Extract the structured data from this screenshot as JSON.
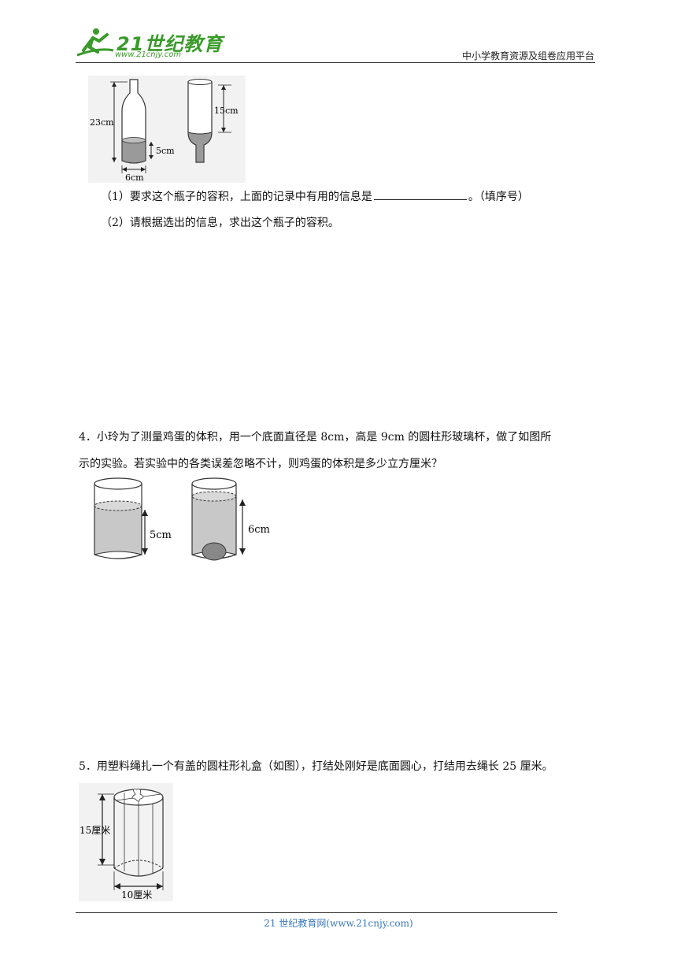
{
  "header": {
    "logo_text": "21世纪教育",
    "logo_url": "www.21cnjy.com",
    "site_tagline": "中小学教育资源及组卷应用平台"
  },
  "q3": {
    "figure": {
      "bottle_height": "23cm",
      "water_height": "5cm",
      "bottle_diameter": "6cm",
      "air_height": "15cm"
    },
    "part1_before": "（1）要求这个瓶子的容积，上面的记录中有用的信息是",
    "part1_after": "。（填序号）",
    "part2": "（2）请根据选出的信息，求出这个瓶子的容积。"
  },
  "q4": {
    "line1": "4．小玲为了测量鸡蛋的体积，用一个底面直径是 8cm，高是 9cm 的圆柱形玻璃杯，做了如图所",
    "line2": "示的实验。若实验中的各类误差忽略不计，则鸡蛋的体积是多少立方厘米？",
    "figure": {
      "level_before": "5cm",
      "level_after": "6cm"
    }
  },
  "q5": {
    "line1": "5．用塑料绳扎一个有盖的圆柱形礼盒（如图），打结处刚好是底面圆心，打结用去绳长 25 厘米。",
    "figure": {
      "height_label": "15厘米",
      "diameter_label": "10厘米"
    }
  },
  "footer": {
    "text": "21 世纪教育网(www.21cnjy.com)"
  }
}
